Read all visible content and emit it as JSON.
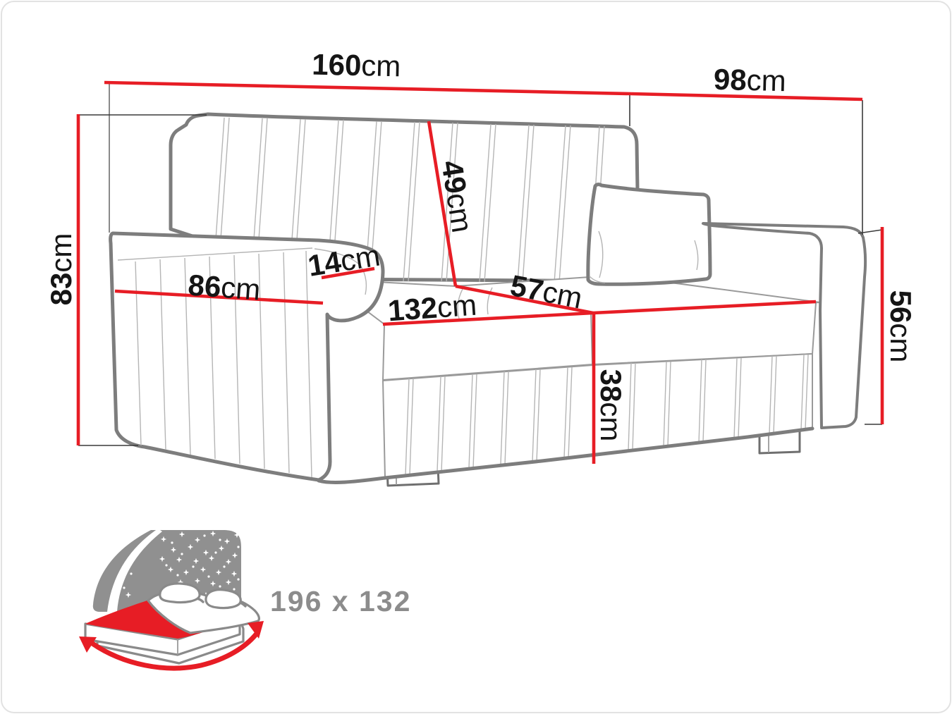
{
  "title": "sofa-dimensions-diagram",
  "dims": {
    "total_width": {
      "value": "160",
      "unit": "cm"
    },
    "total_depth": {
      "value": "98",
      "unit": "cm"
    },
    "total_height": {
      "value": "83",
      "unit": "cm"
    },
    "backrest_height": {
      "value": "49",
      "unit": "cm"
    },
    "armrest_width": {
      "value": "14",
      "unit": "cm"
    },
    "armrest_length": {
      "value": "86",
      "unit": "cm"
    },
    "seat_width": {
      "value": "132",
      "unit": "cm"
    },
    "seat_depth": {
      "value": "57",
      "unit": "cm"
    },
    "seat_height": {
      "value": "38",
      "unit": "cm"
    },
    "armrest_height": {
      "value": "56",
      "unit": "cm"
    }
  },
  "sleeping_area": {
    "label": "196 x 132"
  },
  "colors": {
    "dimension_red": "#e71d25",
    "outline_gray": "#7d7d7d",
    "detail_gray": "#b5b5b5",
    "icon_gray": "#909090",
    "label_black": "#151515",
    "sleeping_text_gray": "#8c8c8c"
  }
}
